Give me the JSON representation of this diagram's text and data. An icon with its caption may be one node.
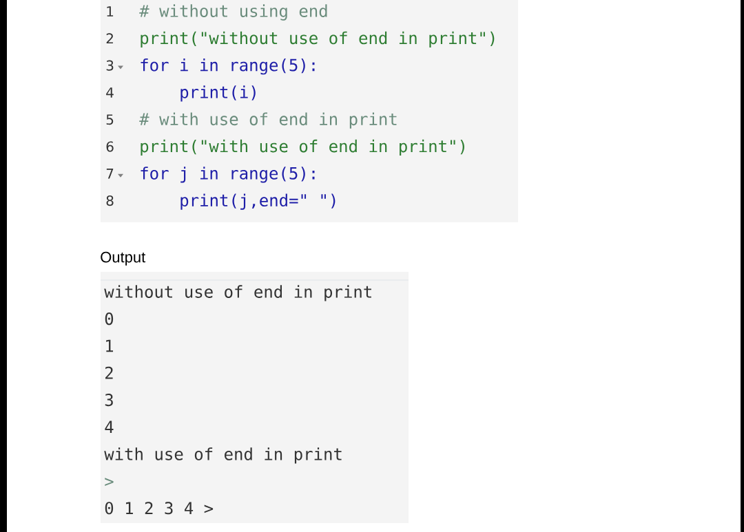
{
  "diagram": {
    "nodes": [
      {
        "text": [
          "# without using end",
          "print(\"without use of end in print\")",
          "for i in range(5):",
          "print(i)",
          "# with use of end in print",
          "print(\"with use of end in print\")",
          "for j in range(5):",
          "print(j,end=\" \")"
        ]
      },
      {
        "text": [
          "Output",
          "without use of end in print",
          "0",
          "1",
          "2",
          "3",
          "4",
          "with use of end in print",
          ">",
          "0 1 2 3 4 >"
        ]
      }
    ],
    "labels": [
      "1",
      "2",
      "3",
      "4",
      "5",
      "6",
      "7",
      "8"
    ]
  }
}
